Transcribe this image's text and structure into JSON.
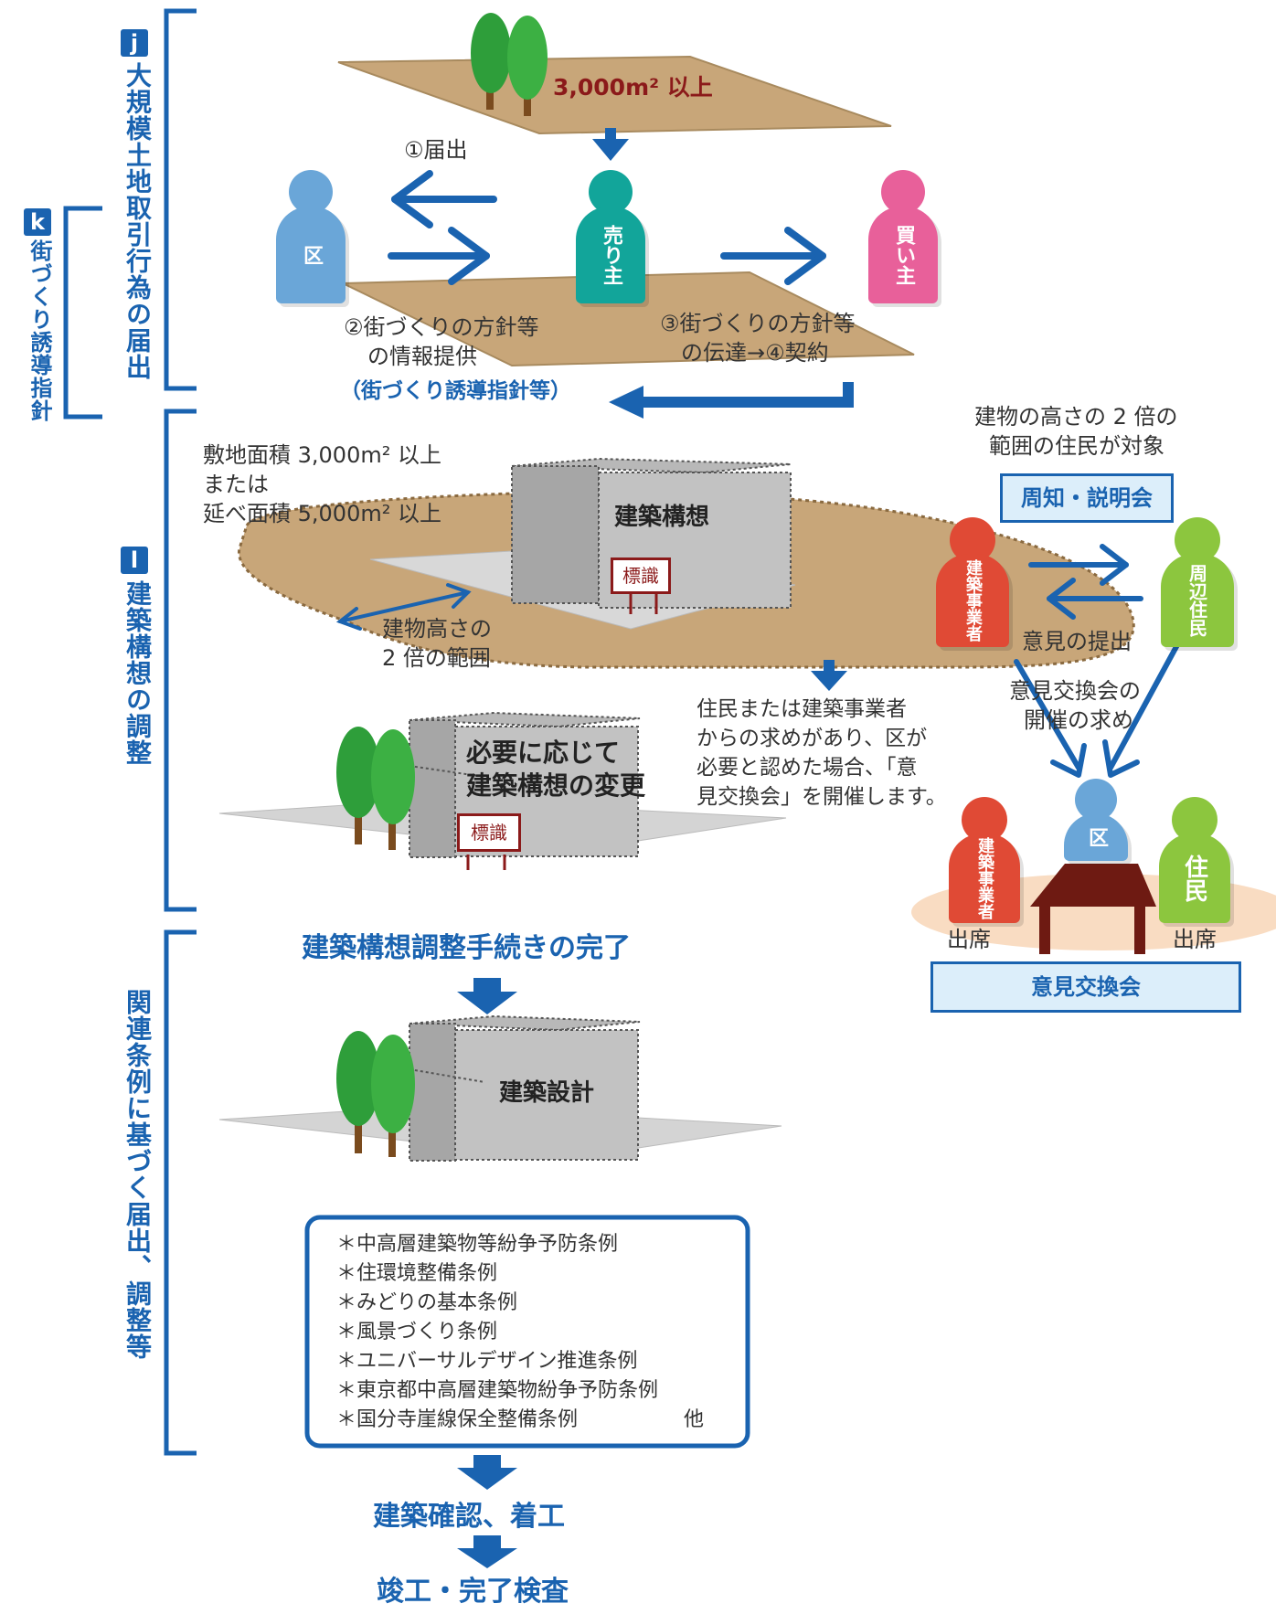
{
  "sections": {
    "j": {
      "badge": "j",
      "label": "大規模土地取引行為の届出"
    },
    "k": {
      "badge": "k",
      "label": "街づくり誘導指針"
    },
    "l": {
      "badge": "l",
      "label": "建築構想の調整"
    },
    "m": {
      "label": "関連条例に基づく届出、調整等"
    }
  },
  "land": {
    "area_label": "3,000m² 以上"
  },
  "actors": {
    "ku": "区",
    "seller": "売り主",
    "buyer": "買い主"
  },
  "flow_j": {
    "step1": "①届出",
    "step2_line1": "②街づくりの方針等",
    "step2_line2": "の情報提供",
    "step2_note": "（街づくり誘導指針等）",
    "step3_line1": "③街づくりの方針等",
    "step3_line2": "の伝達→④契約"
  },
  "flow_l": {
    "criteria_line1": "敷地面積 3,000m² 以上",
    "criteria_line2": "または",
    "criteria_line3": "延べ面積 5,000m² 以上",
    "building_label": "建築構想",
    "sign_label": "標識",
    "range_line1": "建物高さの",
    "range_line2": "2 倍の範囲",
    "target_line1": "建物の高さの 2 倍の",
    "target_line2": "範囲の住民が対象",
    "notice_box": "周知・説明会",
    "builder": "建築事業者",
    "residents": "周辺住民",
    "opinion": "意見の提出",
    "request_line1": "意見交換会の",
    "request_line2": "開催の求め",
    "note_line1": "住民または建築事業者",
    "note_line2": "からの求めがあり、区が",
    "note_line3": "必要と認めた場合、「意",
    "note_line4": "見交換会」を開催します。",
    "change_line1": "必要に応じて",
    "change_line2": "建築構想の変更",
    "sign2_label": "標識",
    "meeting": {
      "builder": "建築事業者",
      "ku": "区",
      "resident": "住民",
      "attend_left": "出席",
      "attend_right": "出席",
      "box": "意見交換会"
    }
  },
  "flow_m": {
    "complete": "建築構想調整手続きの完了",
    "design_label": "建築設計",
    "ordinances": [
      "＊中高層建築物等紛争予防条例",
      "＊住環境整備条例",
      "＊みどりの基本条例",
      "＊風景づくり条例",
      "＊ユニバーサルデザイン推進条例",
      "＊東京都中高層建築物紛争予防条例",
      "＊国分寺崖線保全整備条例"
    ],
    "ordinances_other": "他",
    "confirm": "建築確認、着工",
    "inspection": "竣工・完了検査"
  },
  "colors": {
    "accent": "#1a63b0",
    "ku": "#6aa6d8",
    "seller": "#12a59a",
    "buyer": "#e8609a",
    "builder": "#e04a35",
    "resident": "#8cc63e",
    "land": "#c8a679",
    "tree": "#2e9e3a",
    "sign": "#8b1a1a"
  }
}
